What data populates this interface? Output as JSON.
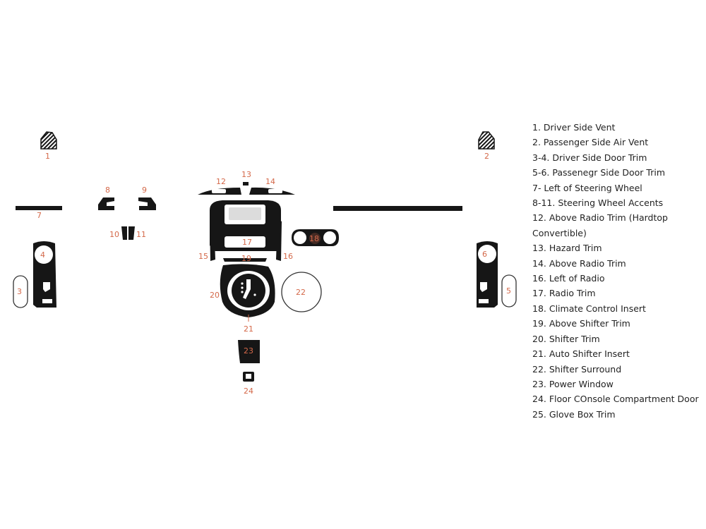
{
  "colors": {
    "part_fill": "#161616",
    "part_outline": "#333333",
    "number_text": "#d4694a",
    "legend_text": "#222222"
  },
  "part_numbers": {
    "n1": "1",
    "n2": "2",
    "n3": "3",
    "n4": "4",
    "n5": "5",
    "n6": "6",
    "n7": "7",
    "n8": "8",
    "n9": "9",
    "n10": "10",
    "n11": "11",
    "n12": "12",
    "n13": "13",
    "n14": "14",
    "n15": "15",
    "n16": "16",
    "n17": "17",
    "n18": "18",
    "n19": "19",
    "n20": "20",
    "n21": "21",
    "n22": "22",
    "n23": "23",
    "n24": "24"
  },
  "legend": [
    "1. Driver Side Vent",
    "2. Passenger Side Air Vent",
    "3-4. Driver Side Door Trim",
    "5-6. Passenegr Side Door Trim",
    "7- Left of Steering Wheel",
    "8-11. Steering Wheel Accents",
    "12. Above Radio Trim (Hardtop Convertible)",
    "13. Hazard Trim",
    "14. Above Radio Trim",
    "16. Left of Radio",
    "17. Radio Trim",
    "18. Climate Control Insert",
    "19. Above Shifter Trim",
    "20. Shifter Trim",
    "21. Auto Shifter Insert",
    "22. Shifter Surround",
    "23. Power Window",
    "24. Floor COnsole Compartment Door",
    "25. Glove Box Trim"
  ]
}
